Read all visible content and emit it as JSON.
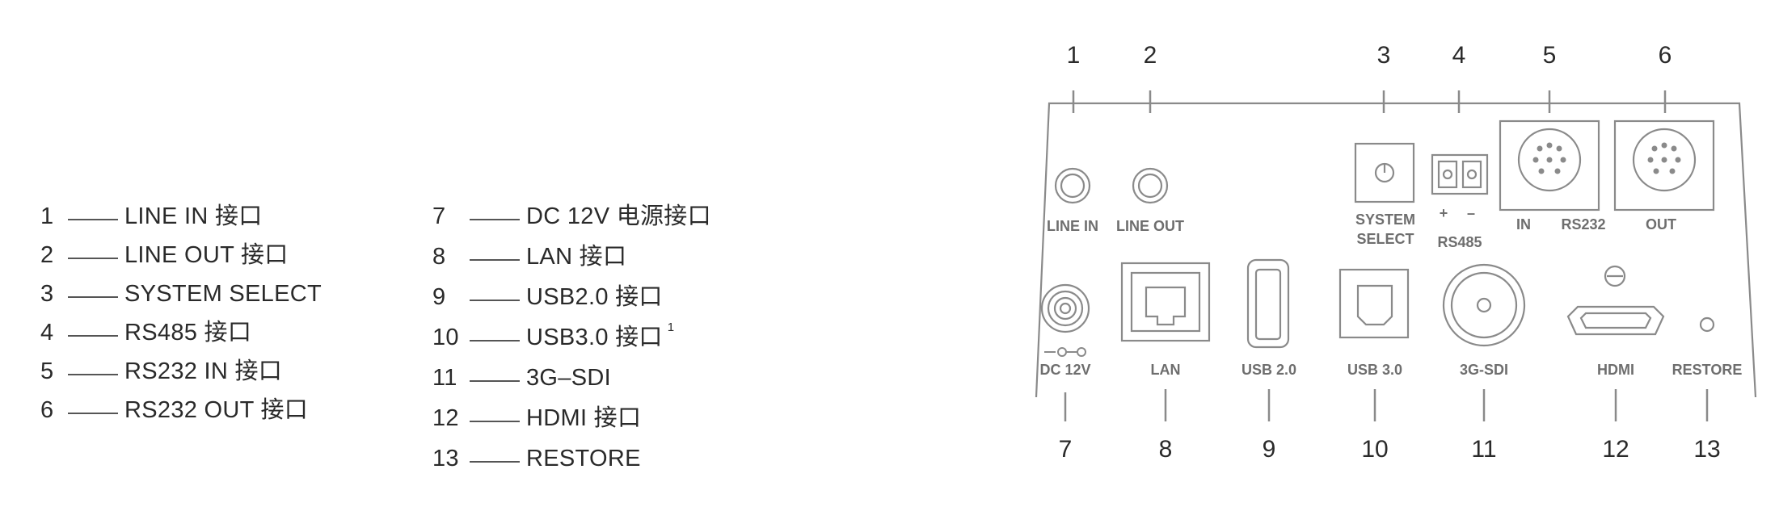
{
  "legend": {
    "items": [
      {
        "num": "1",
        "label": "LINE IN 接口"
      },
      {
        "num": "2",
        "label": "LINE OUT 接口"
      },
      {
        "num": "3",
        "label": "SYSTEM SELECT"
      },
      {
        "num": "4",
        "label": "RS485 接口"
      },
      {
        "num": "5",
        "label": "RS232 IN 接口"
      },
      {
        "num": "6",
        "label": "RS232 OUT 接口"
      },
      {
        "num": "7",
        "label": "DC 12V 电源接口"
      },
      {
        "num": "8",
        "label": "LAN 接口"
      },
      {
        "num": "9",
        "label": "USB2.0 接口"
      },
      {
        "num": "10",
        "label": "USB3.0 接口",
        "footnote": "1"
      },
      {
        "num": "11",
        "label": "3G–SDI"
      },
      {
        "num": "12",
        "label": "HDMI 接口"
      },
      {
        "num": "13",
        "label": "RESTORE"
      }
    ]
  },
  "panel": {
    "callouts_top": [
      "1",
      "2",
      "3",
      "4",
      "5",
      "6"
    ],
    "callouts_bottom": [
      "7",
      "8",
      "9",
      "10",
      "11",
      "12",
      "13"
    ],
    "port_labels": {
      "line_in": "LINE IN",
      "line_out": "LINE OUT",
      "system_select_1": "SYSTEM",
      "system_select_2": "SELECT",
      "rs485_plus": "+",
      "rs485_minus": "–",
      "rs485": "RS485",
      "rs232_in": "IN",
      "rs232": "RS232",
      "rs232_out": "OUT",
      "dc12v": "DC 12V",
      "lan": "LAN",
      "usb20": "USB 2.0",
      "usb30": "USB 3.0",
      "sdi": "3G-SDI",
      "hdmi": "HDMI",
      "restore": "RESTORE"
    },
    "colors": {
      "outline": "#8a8a8a",
      "label": "#6e6e6e",
      "callout": "#2a2a2a"
    }
  }
}
